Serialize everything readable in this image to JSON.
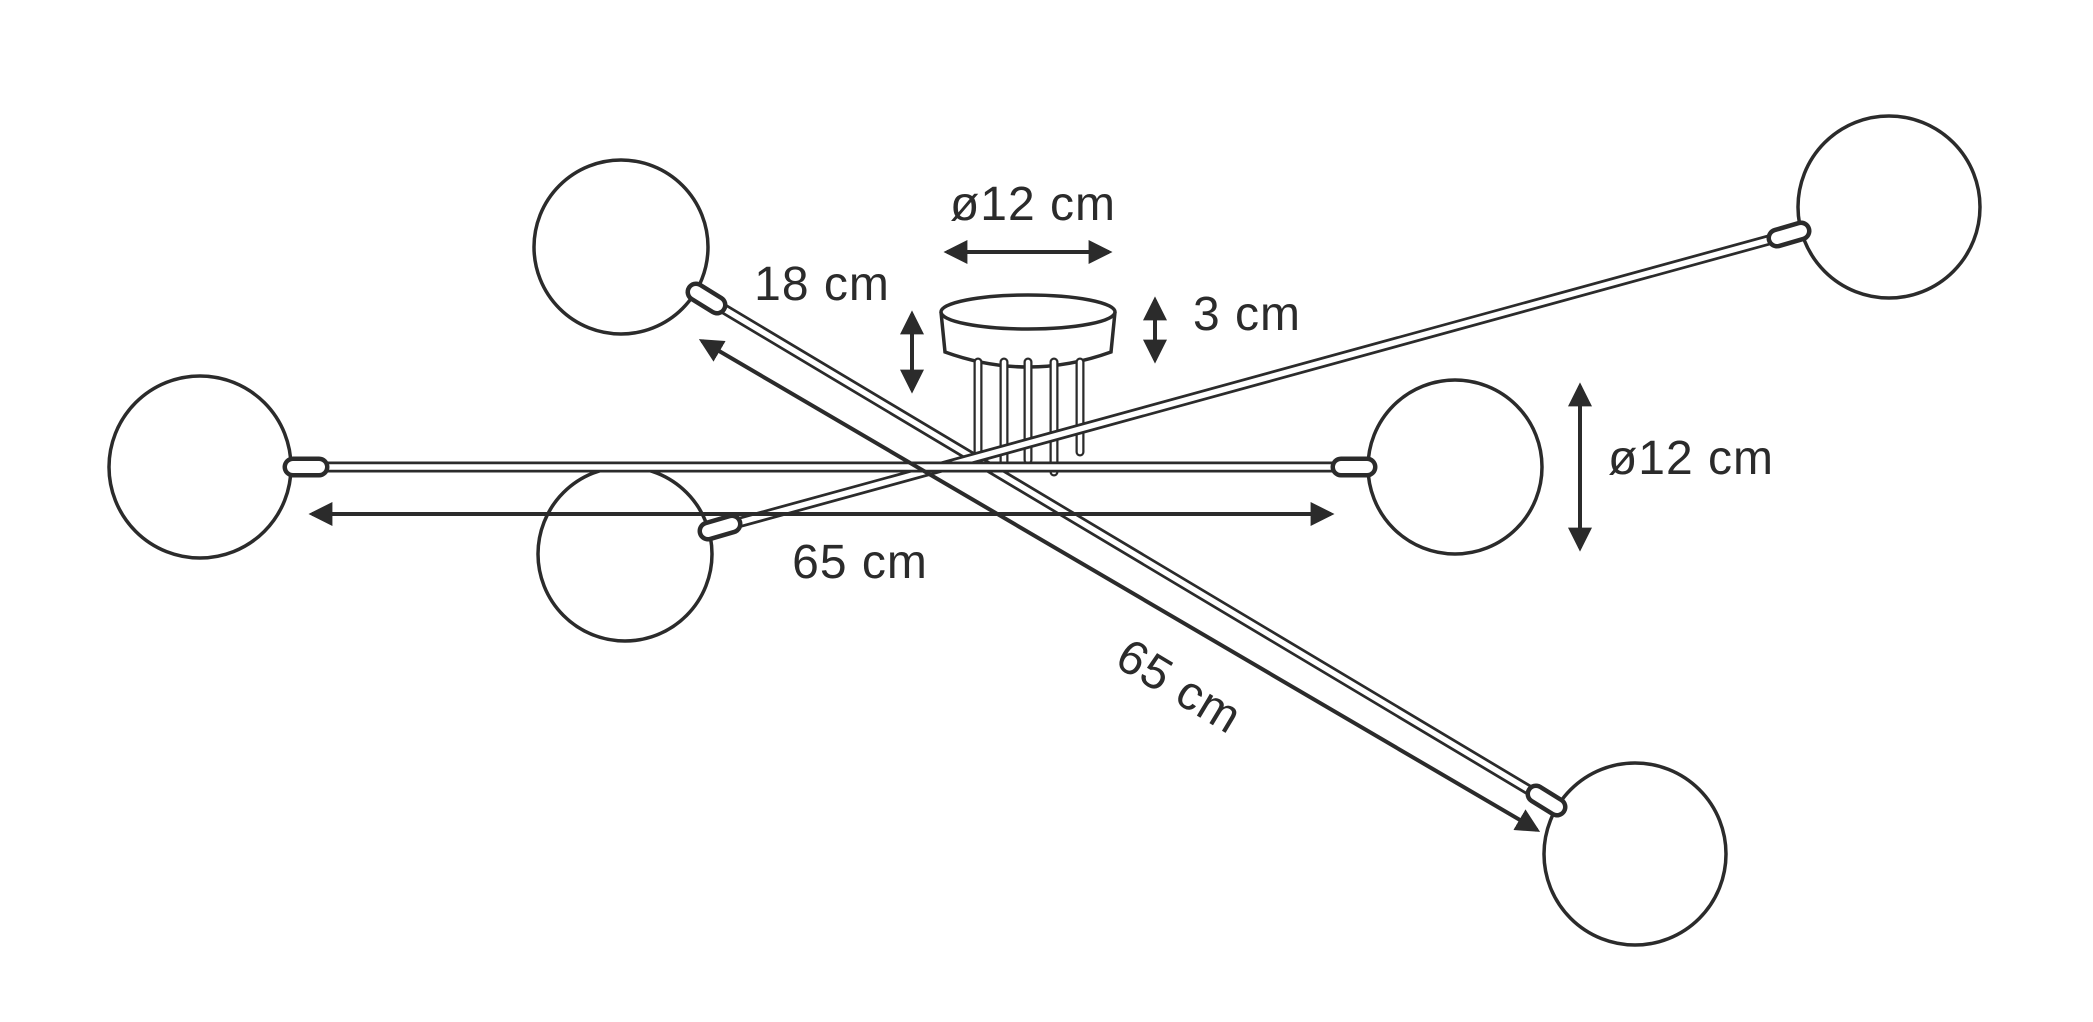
{
  "labels": {
    "canopy_diameter": "ø12 cm",
    "fixture_height": "18 cm",
    "canopy_height": "3 cm",
    "globe_diameter": "ø12 cm",
    "arm_length_horizontal": "65 cm",
    "arm_length_diagonal": "65 cm"
  },
  "colors": {
    "line": "#2b2b2b",
    "background": "#ffffff"
  }
}
